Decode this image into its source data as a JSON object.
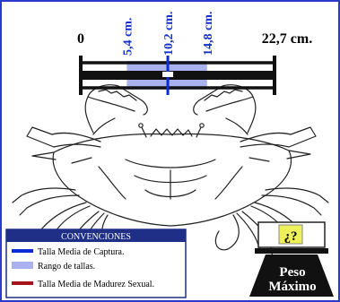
{
  "scale": {
    "min_label": "0",
    "max_label": "22,7 cm.",
    "min_value": 0,
    "max_value": 22.7,
    "range_low": 5.4,
    "range_high": 14.8,
    "mean_capture": 10.2,
    "tick_labels": [
      {
        "value": 5.4,
        "label": "5,4 cm."
      },
      {
        "value": 10.2,
        "label": "10,2 cm."
      },
      {
        "value": 14.8,
        "label": "14,8 cm."
      }
    ]
  },
  "legend": {
    "title": "CONVENCIONES",
    "items": [
      {
        "color": "#0a2bd6",
        "label": "Talla Media de Captura."
      },
      {
        "color": "#a9b1ee",
        "label": "Rango de tallas."
      },
      {
        "color": "#a3151a",
        "label": "Talla Media de Madurez Sexual."
      }
    ]
  },
  "weight": {
    "value_label": "¿?",
    "title_line1": "Peso",
    "title_line2": "Máximo"
  },
  "colors": {
    "frame_blue": "#2a3ad0",
    "range_fill": "#a9b1ee",
    "mean_line": "#0a2bd6",
    "label_blue": "#1530c8",
    "legend_header_bg": "#1f2e86",
    "weight_value_bg": "#eef05a"
  }
}
